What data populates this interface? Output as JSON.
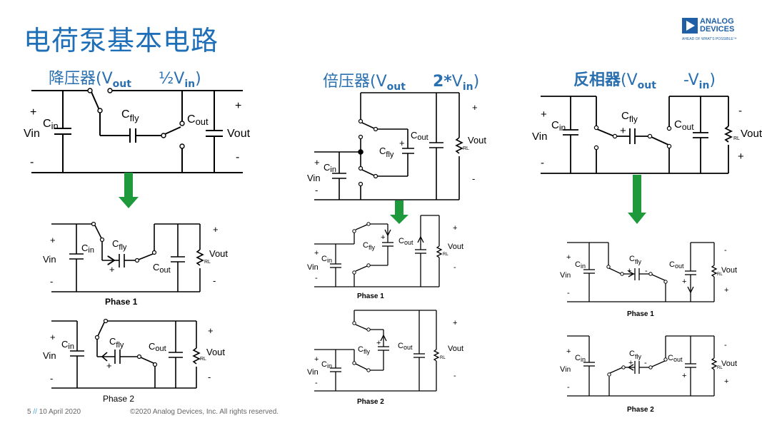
{
  "title": "电荷泵基本电路",
  "logo": {
    "line1": "ANALOG",
    "line2": "DEVICES",
    "tagline": "AHEAD OF WHAT'S POSSIBLE™",
    "color": "#1f5fa6"
  },
  "sections": [
    {
      "name": "降压器",
      "open": "(V",
      "out": "out",
      "rel": "½V",
      "in": "in",
      "close": ")"
    },
    {
      "name": "倍压器",
      "open": "(V",
      "out": "out",
      "rel": "2*",
      "relv": "V",
      "in": "in",
      "close": ")"
    },
    {
      "name": "反相器",
      "open": "(V",
      "out": "out",
      "rel": "-V",
      "in": "in",
      "close": ")"
    }
  ],
  "labels": {
    "cin": "C",
    "cin_sub": "in",
    "cfly": "C",
    "cfly_sub": "fly",
    "cout": "C",
    "cout_sub": "out",
    "vin": "Vin",
    "vout": "Vout",
    "rl": "RL",
    "plus": "+",
    "minus": "-",
    "phase1": "Phase 1",
    "phase2": "Phase 2"
  },
  "arrow_color": "#1e9a3c",
  "footer": {
    "page": "5",
    "sep": "//",
    "date": "10 April 2020",
    "copyright": "©2020 Analog Devices, Inc. All rights reserved."
  }
}
